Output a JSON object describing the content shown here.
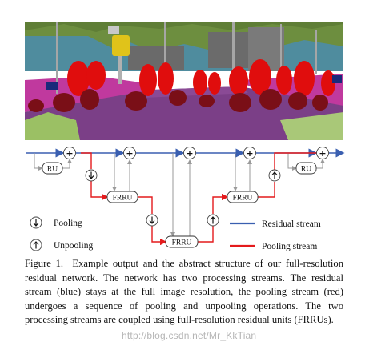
{
  "figure": {
    "caption_label": "Figure 1.",
    "caption_text": "Example output and the abstract structure of our full-resolution residual network. The network has two processing streams. The residual stream (blue) stays at the full image resolution, the pooling stream (red) undergoes a sequence of pooling and unpooling operations. The two processing streams are coupled using full-resolution residual units (FRRUs).",
    "watermark": "http://blog.csdn.net/Mr_KkTian"
  },
  "diagram": {
    "nodes": {
      "ru_left": "RU",
      "ru_right": "RU",
      "frru_1": "FRRU",
      "frru_2": "FRRU",
      "frru_3": "FRRU",
      "plus": "+"
    },
    "legend": {
      "pooling": "Pooling",
      "unpooling": "Unpooling",
      "residual_stream": "Residual stream",
      "pooling_stream": "Pooling stream"
    },
    "colors": {
      "residual": "#3a5fb0",
      "pooling": "#e41a1c",
      "gray": "#9a9a9a"
    }
  }
}
